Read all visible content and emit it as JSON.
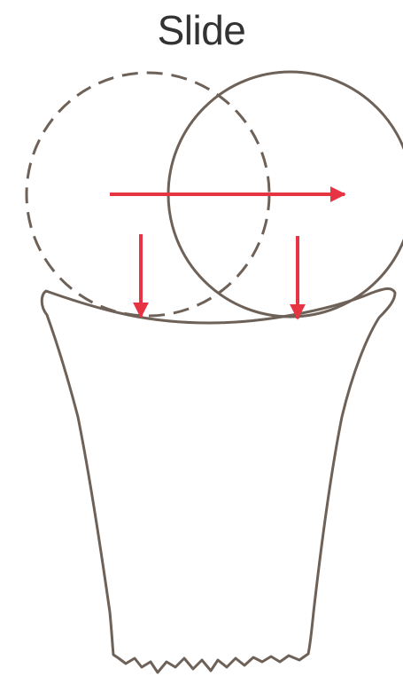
{
  "title": "Slide",
  "colors": {
    "outline": "#6e6158",
    "arrow": "#e63442",
    "text": "#333333",
    "background": "#ffffff"
  },
  "elements": {
    "initial_position": "dashed-circle",
    "final_position": "solid-circle",
    "socket": "cup-outline",
    "motion": "horizontal-arrow",
    "contact_forces": [
      "down-arrow",
      "down-arrow"
    ]
  }
}
